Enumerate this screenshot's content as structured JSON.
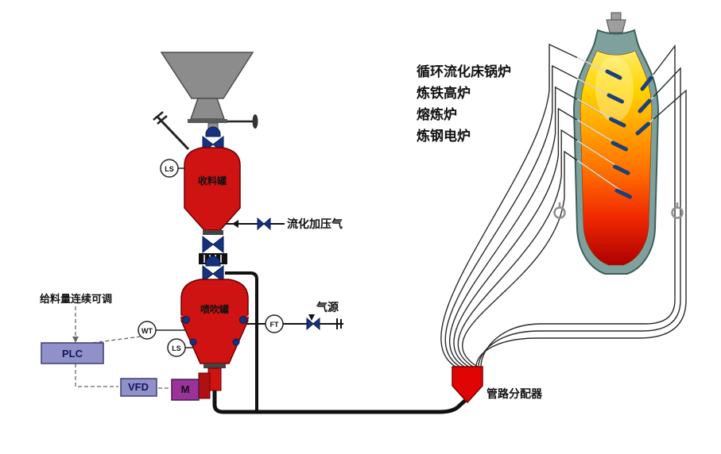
{
  "diagram": {
    "tanks": {
      "receiving": "收料罐",
      "injection": "喷吹罐"
    },
    "instruments": {
      "ls_upper": "LS",
      "wt": "WT",
      "ls_lower": "LS",
      "ft": "FT"
    },
    "controls": {
      "plc": "PLC",
      "vfd": "VFD",
      "motor": "M"
    },
    "annotations": {
      "fluidization_gas": "流化加压气",
      "gas_source": "气源",
      "feed_rate_note": "给料量连续可调",
      "distributor": "管路分配器"
    },
    "applications": [
      "循环流化床锅炉",
      "炼铁高炉",
      "熔炼炉",
      "炼钢电炉"
    ],
    "colors": {
      "vessel_red": "#cf1313",
      "valve_blue": "#16327e",
      "control_box": "#9191c9",
      "motor_purple": "#993399",
      "distributor_red": "#e00404",
      "furnace_shell": "#7fa19d",
      "flame_top": "#ffec6a",
      "flame_bottom": "#ad0000"
    }
  }
}
